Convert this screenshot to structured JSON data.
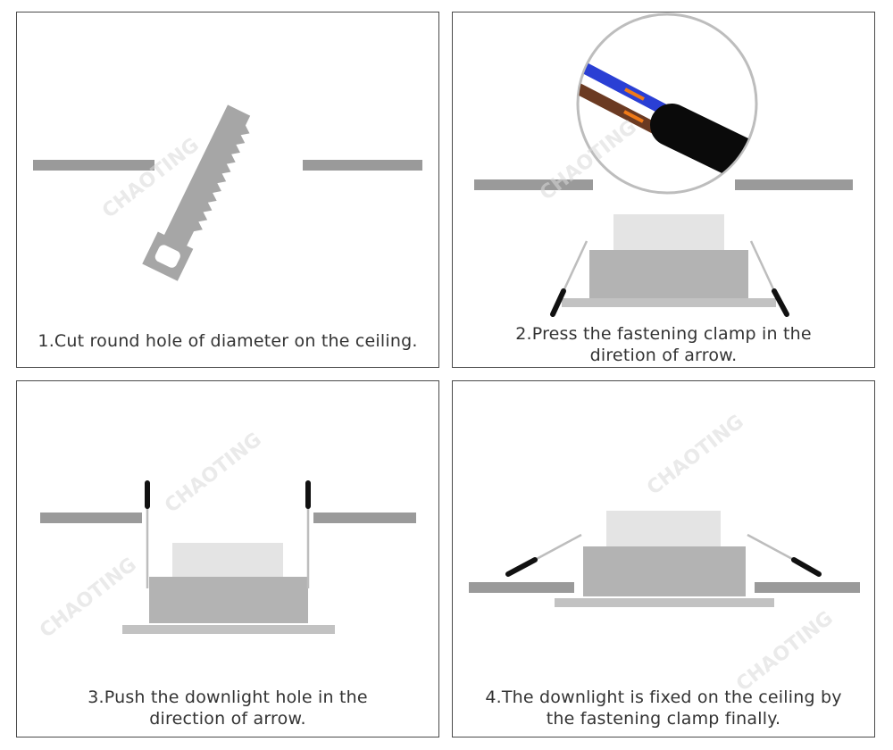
{
  "steps": [
    {
      "number": "1",
      "caption": "1.Cut round hole of diameter on the ceiling."
    },
    {
      "number": "2",
      "caption": "2.Press the fastening clamp in the\ndiretion of arrow."
    },
    {
      "number": "3",
      "caption": "3.Push the downlight hole in the\ndirection of arrow."
    },
    {
      "number": "4",
      "caption": "4.The downlight is fixed on the ceiling by\nthe fastening clamp finally."
    }
  ],
  "watermark": "CHAOTING",
  "icons": {
    "step1": "saw-icon",
    "step2": "wire-cable-icon",
    "step3": "downlight-icon",
    "step4": "downlight-icon"
  },
  "colors": {
    "ceiling": "#9a9a9a",
    "fixture_body": "#b3b3b3",
    "fixture_top": "#e4e4e4",
    "trim": "#c2c2c2",
    "clamp": "#111111",
    "wire_blue": "#2a3fd4",
    "wire_brown": "#6b3a22",
    "wire_orange": "#f07a18",
    "border": "#4a4a4a"
  }
}
